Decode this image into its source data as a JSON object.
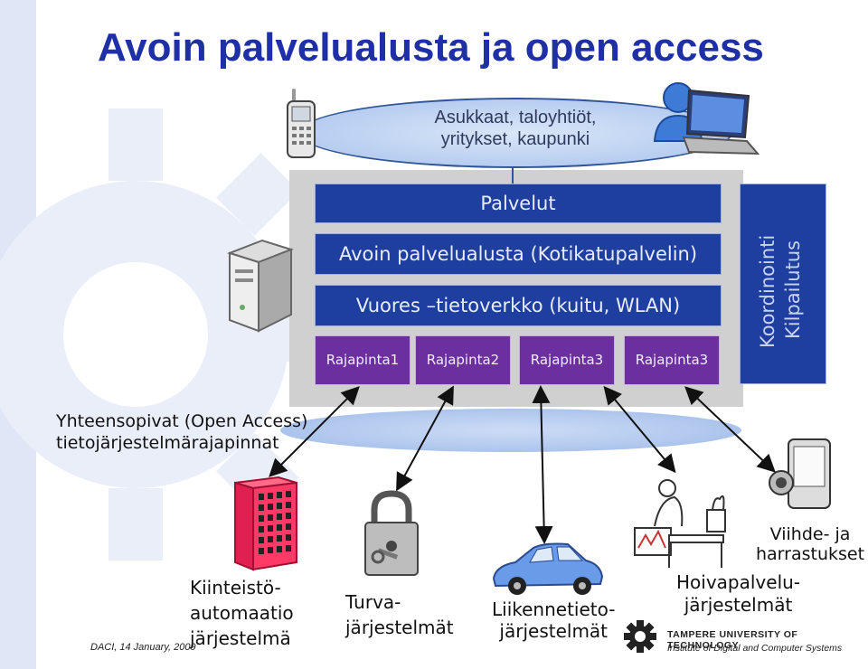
{
  "title": "Avoin palvelualusta ja open access",
  "top_ellipse": {
    "line1": "Asukkaat, taloyhtiöt,",
    "line2": "yritykset, kaupunki"
  },
  "platform": {
    "services": "Palvelut",
    "service_platform": "Avoin palvelualusta (Kotikatupalvelin)",
    "network": "Vuores –tietoverkko (kuitu, WLAN)",
    "interfaces": [
      "Rajapinta1",
      "Rajapinta2",
      "Rajapinta3",
      "Rajapinta3"
    ]
  },
  "side_box": {
    "line1": "Koordinointi",
    "line2": "Kilpailutus"
  },
  "left_label": {
    "line1": "Yhteensopivat (Open Access)",
    "line2": "tietojärjestelmärajapinnat"
  },
  "systems": {
    "building": {
      "line1": "Kiinteistö-",
      "line2": "automaatio",
      "line3": "järjestelmä"
    },
    "security": {
      "line1": "Turva-",
      "line2": "järjestelmät"
    },
    "traffic": {
      "line1": "Liikennetieto-",
      "line2": "järjestelmät"
    },
    "care": {
      "line1": "Hoivapalvelu-",
      "line2": "järjestelmät"
    },
    "entertainment": {
      "line1": "Viihde- ja",
      "line2": "harrastukset"
    }
  },
  "footer": {
    "left": "DACI, 14 January, 2009",
    "university": "TAMPERE UNIVERSITY OF TECHNOLOGY",
    "institute": "Institute of Digital and Computer Systems"
  },
  "colors": {
    "title": "#1f2fa8",
    "box_blue": "#1e3fa0",
    "box_purple": "#6b2fa0",
    "platform_gray": "#d0d0d0",
    "accent_blue": "#1e5fd0"
  }
}
